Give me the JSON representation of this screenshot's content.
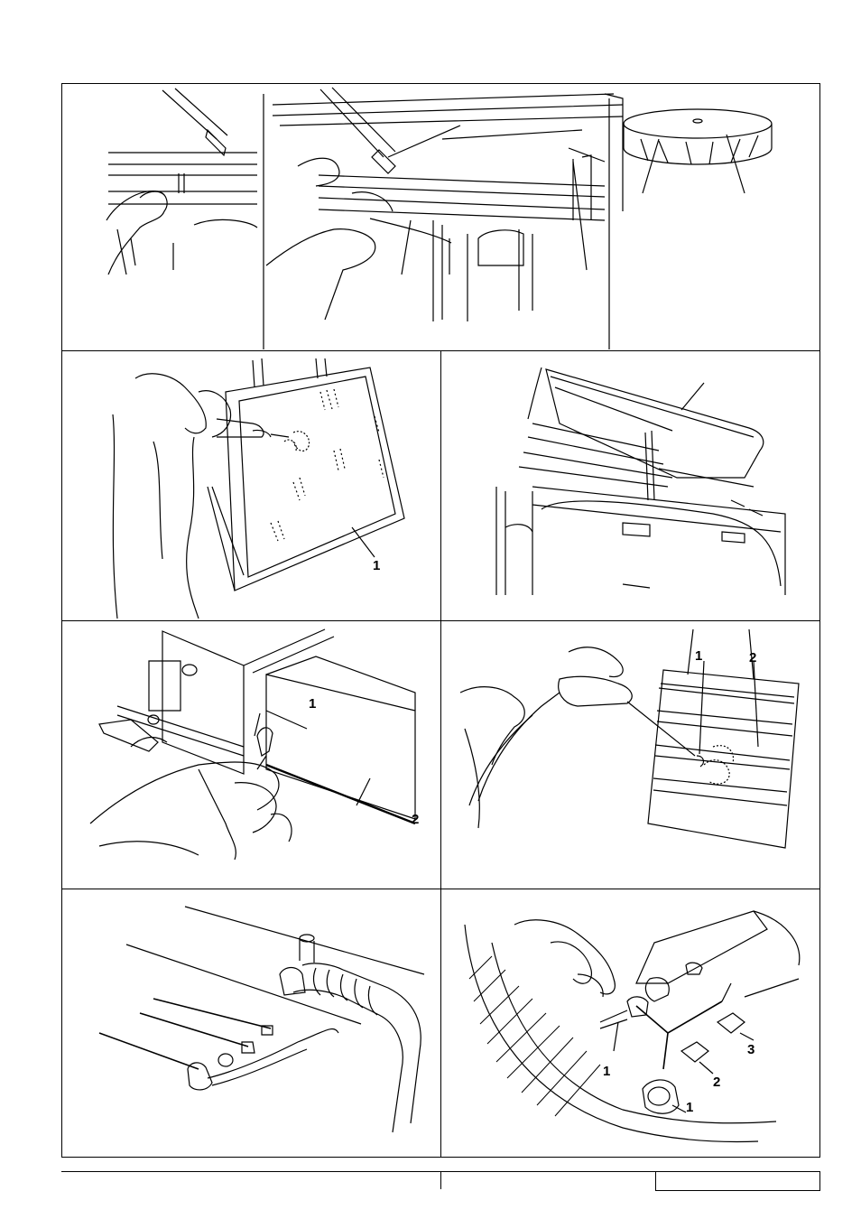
{
  "panels": {
    "p1": {
      "callouts": []
    },
    "p2": {
      "callouts": [
        "1"
      ]
    },
    "p3": {
      "callouts": []
    },
    "p4": {
      "callouts": [
        "1",
        "2"
      ]
    },
    "p5": {
      "callouts": [
        "1",
        "2"
      ]
    },
    "p6": {
      "callouts": []
    },
    "p7": {
      "callouts": [
        "1",
        "1",
        "2",
        "3"
      ]
    }
  },
  "footer": {
    "box_text": ""
  }
}
